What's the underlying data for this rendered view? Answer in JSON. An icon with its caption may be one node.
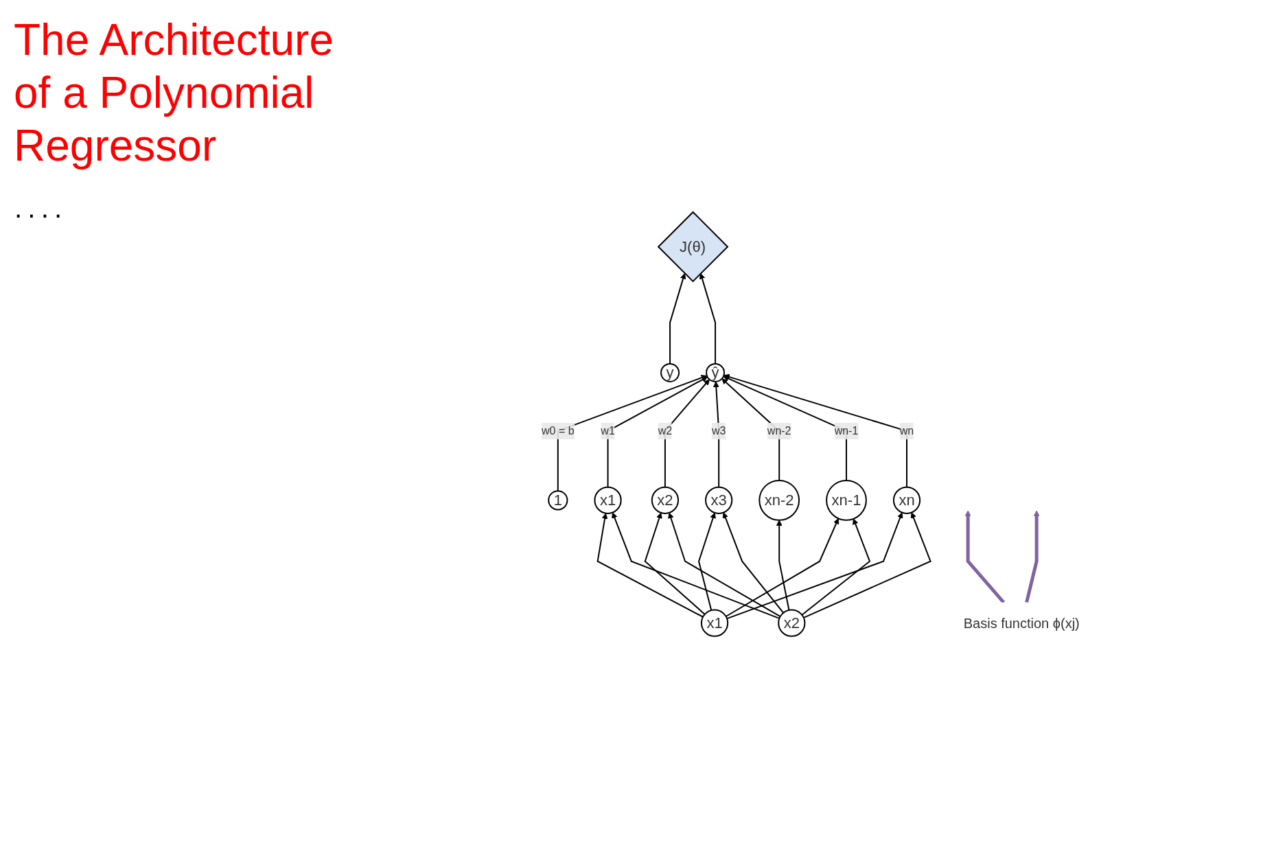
{
  "diagram": {
    "title": "The Architecture of a Polynomial Regressor",
    "nodes": [
      {
        "text": [
          "J(θ)"
        ]
      },
      {
        "text": [
          "y"
        ]
      },
      {
        "text": [
          "ŷ"
        ]
      },
      {
        "text": [
          "1"
        ]
      },
      {
        "text": [
          "x1"
        ]
      },
      {
        "text": [
          "x2"
        ]
      },
      {
        "text": [
          "x3"
        ]
      },
      {
        "text": [
          "xn-2"
        ]
      },
      {
        "text": [
          "xn-1"
        ]
      },
      {
        "text": [
          "xn"
        ]
      },
      {
        "text": [
          "x1"
        ]
      },
      {
        "text": [
          "x2"
        ]
      },
      {
        "text": [
          "Basis function ϕ(xj)"
        ]
      }
    ],
    "edges": [
      {
        "from": 1,
        "to": 0,
        "arrow": "to"
      },
      {
        "from": 2,
        "to": 0,
        "arrow": "to"
      },
      {
        "from": 3,
        "to": 2,
        "arrow": "to",
        "label": "w0 = b"
      },
      {
        "from": 4,
        "to": 2,
        "arrow": "to",
        "label": "w1"
      },
      {
        "from": 5,
        "to": 2,
        "arrow": "to",
        "label": "w2"
      },
      {
        "from": 6,
        "to": 2,
        "arrow": "to",
        "label": "w3"
      },
      {
        "from": 7,
        "to": 2,
        "arrow": "to",
        "label": "wn-2"
      },
      {
        "from": 8,
        "to": 2,
        "arrow": "to",
        "label": "wn-1"
      },
      {
        "from": 9,
        "to": 2,
        "arrow": "to",
        "label": "wn"
      },
      {
        "from": 10,
        "to": 4,
        "arrow": "to"
      },
      {
        "from": 10,
        "to": 5,
        "arrow": "to"
      },
      {
        "from": 10,
        "to": 6,
        "arrow": "to"
      },
      {
        "from": 10,
        "to": 8,
        "arrow": "to"
      },
      {
        "from": 10,
        "to": 9,
        "arrow": "to"
      },
      {
        "from": 11,
        "to": 4,
        "arrow": "to"
      },
      {
        "from": 11,
        "to": 5,
        "arrow": "to"
      },
      {
        "from": 11,
        "to": 6,
        "arrow": "to"
      },
      {
        "from": 11,
        "to": 7,
        "arrow": "to"
      },
      {
        "from": 11,
        "to": 8,
        "arrow": "to"
      },
      {
        "from": 11,
        "to": 9,
        "arrow": "to"
      },
      {
        "from": 12,
        "to": null,
        "arrow": "to",
        "style": "thick",
        "color": "#8064a2"
      },
      {
        "from": 12,
        "to": null,
        "arrow": "to",
        "style": "thick",
        "color": "#8064a2"
      }
    ],
    "labels": [
      "····"
    ]
  }
}
